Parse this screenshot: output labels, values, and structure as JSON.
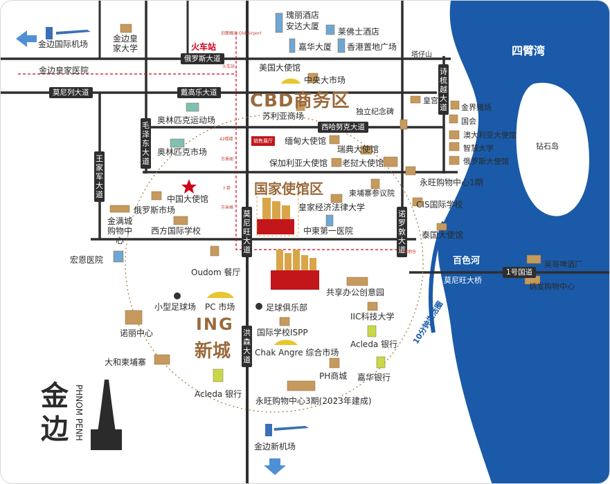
{
  "colors": {
    "river": "#1a5aa8",
    "road": "#2e2e2e",
    "gold": "#b8853f",
    "red": "#c2161b",
    "district": "#9a6a3c"
  },
  "districts": {
    "cbd": "CBD商务区",
    "embassy": "国家使馆区",
    "ing_line1": "ING",
    "ing_line2": "新城"
  },
  "water": {
    "river_main": "四臂湾",
    "river_side": "百色河",
    "island": "钻石岛",
    "route": "10分钟生活圈"
  },
  "roads": {
    "russia": "俄罗斯大道",
    "monireth": "莫尼列大道",
    "kampuchea": "戴高乐大道",
    "sihanouk": "西哈努克大道",
    "kingmaha": "王家军大道",
    "mao": "毛泽东大道",
    "norodom": "诺罗敦大道",
    "monivong": "莫尼旺大道",
    "hunsen": "洪森大道",
    "sisowath": "诗梳越大道",
    "road1": "1号国道",
    "bridge": "莫尼旺大桥"
  },
  "places": {
    "airport_old": "金边国际机场",
    "royal_univ": "金边皇家大学",
    "station": "火车站",
    "hospital_royal": "金边皇家医院",
    "olympic_stadium": "奥林匹克运动场",
    "olympic_market": "奥林匹克市场",
    "china_embassy": "中国大使馆",
    "russian_market": "俄罗斯市场",
    "gold_mall": "金满城购物中心",
    "western_school": "西方国际学校",
    "hongen": "宏恩医院",
    "oudom": "Oudom 餐厅",
    "small_field": "小型足球场",
    "pc_market": "PC 市场",
    "norin": "诺丽中心",
    "dahe": "大和柬埔寨",
    "acleda1": "Acleda 银行",
    "aeon3": "永旺购物中心3期(2023年建成)",
    "new_airport": "金边新机场",
    "hotel1": "瑰丽酒店",
    "hotel1b": "安达大厦",
    "raffles": "莱佛士酒店",
    "jiahua": "嘉华大厦",
    "hongkong": "香港置地广场",
    "tasaishan": "塔仔山",
    "us_embassy": "美国大使馆",
    "central_market": "中央大市场",
    "soriya": "苏利亚商场",
    "independence": "独立纪念碑",
    "palace": "皇宫",
    "myanmar": "缅甸大使馆",
    "sweden": "瑞典大使馆",
    "bulgaria": "保加利亚大使馆",
    "laos": "老挝大使馆",
    "senate": "柬埔寨参议院",
    "royal_law": "皇家经济法律大学",
    "east_hosp": "中柬第一医院",
    "nagaworld": "金界赌场",
    "parliament": "国会",
    "australia": "澳大利亚大使馆",
    "smart_univ": "智慧大学",
    "russia_emb": "俄罗斯大使馆",
    "aeon1": "永旺购物中心1期",
    "cis": "CIS国际学校",
    "thai": "泰国大使馆",
    "wuge": "吴哥啤酒厂",
    "bingfa": "炳发购物中心",
    "share": "共享办公创意园",
    "iic": "IIC科技大学",
    "football": "足球俱乐部",
    "ispp": "国际学校ISPP",
    "chak": "Chak Angre 综合市场",
    "acleda2": "Acleda 银行",
    "ph": "PH商城",
    "jiahua_bank": "嘉华银行",
    "sales": "销售展厅"
  },
  "logo": {
    "cn_line1": "金",
    "cn_line2": "边",
    "en": "PHNOM PENH"
  },
  "tiny": {
    "t1": "旧面缅动 Old Airport",
    "t2": "火车站",
    "t3": "42楼楼",
    "t4": "万景阁",
    "t5": "卜卷",
    "t6": "万米格",
    "t7": "锦地仓"
  }
}
